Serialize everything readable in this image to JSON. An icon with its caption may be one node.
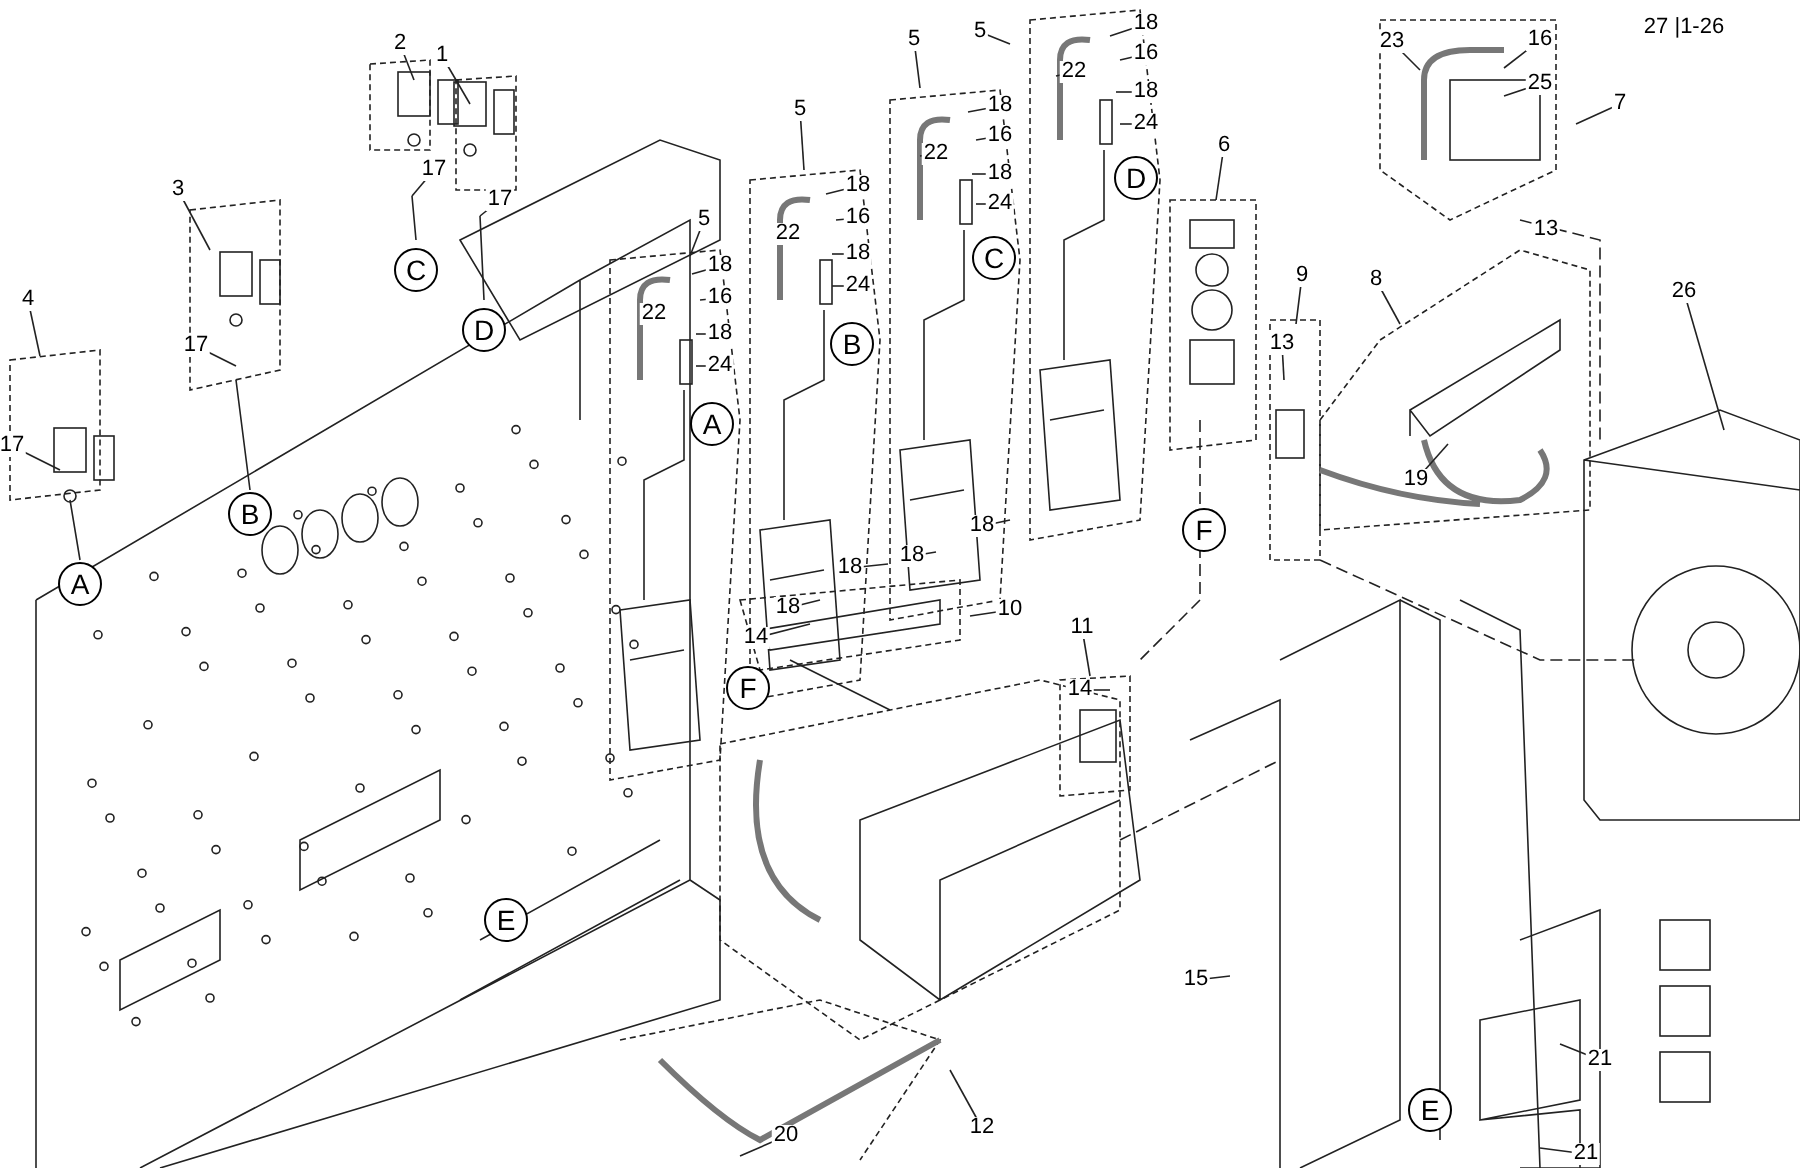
{
  "diagram": {
    "labels": [
      "18",
      "27 |1-26",
      "5",
      "5",
      "16",
      "23",
      "2",
      "16",
      "1",
      "22",
      "25",
      "18",
      "7",
      "18",
      "5",
      "24",
      "16",
      "6",
      "22",
      "17",
      "18",
      "D",
      "18",
      "3",
      "17",
      "24",
      "16",
      "5",
      "13",
      "22",
      "18",
      "C",
      "18",
      "C",
      "9",
      "8",
      "24",
      "26",
      "16",
      "4",
      "22",
      "D",
      "18",
      "B",
      "13",
      "17",
      "24",
      "A",
      "17",
      "19",
      "B",
      "18",
      "F",
      "18",
      "18",
      "A",
      "18",
      "10",
      "11",
      "14",
      "F",
      "14",
      "E",
      "15",
      "21",
      "E",
      "12",
      "20",
      "21"
    ]
  }
}
